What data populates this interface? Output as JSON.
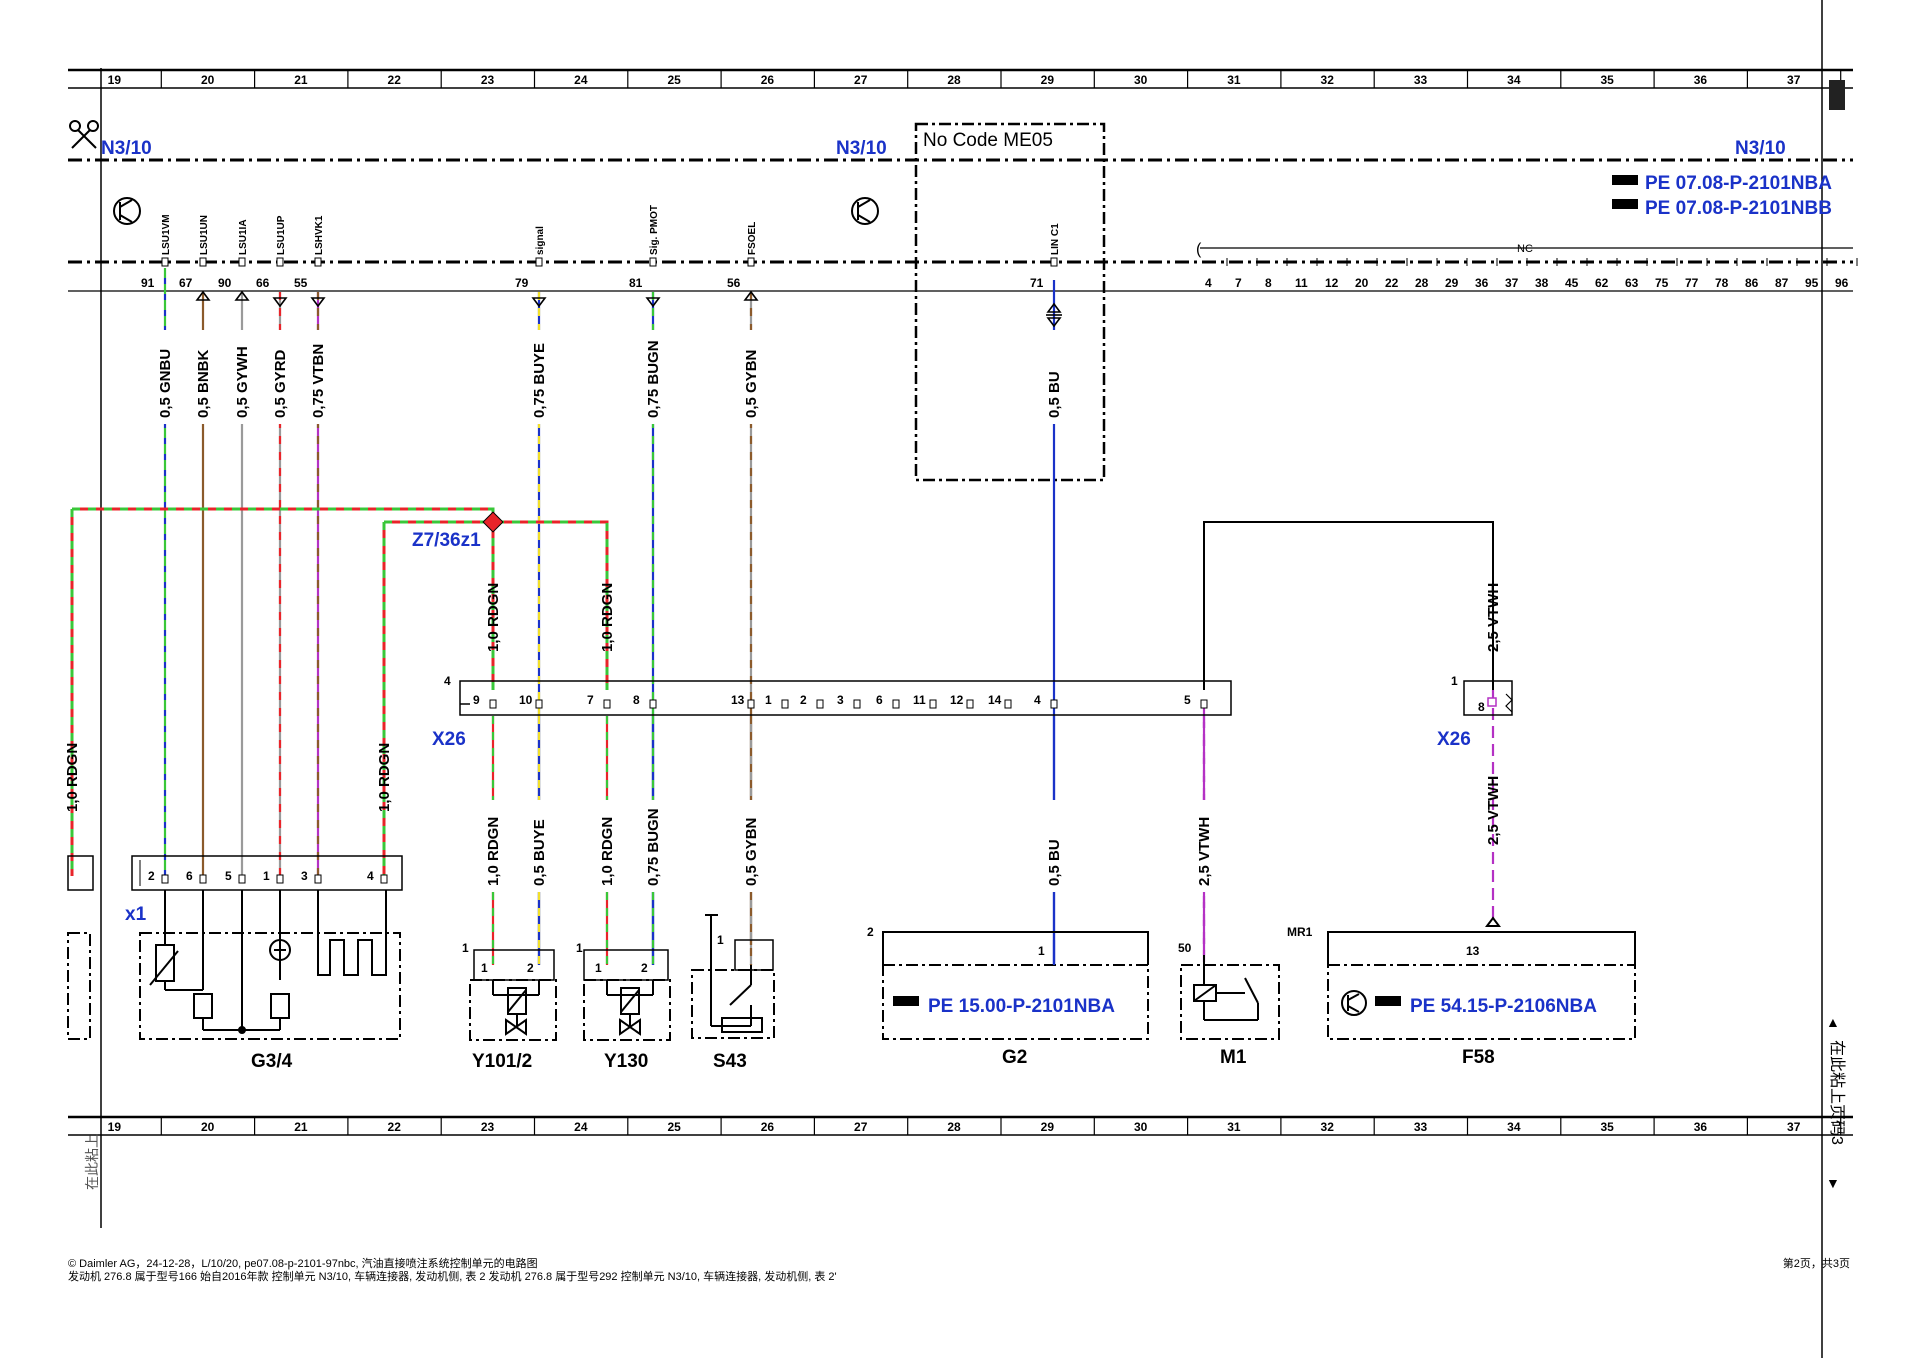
{
  "grid_top": [
    "19",
    "20",
    "21",
    "22",
    "23",
    "24",
    "25",
    "26",
    "27",
    "28",
    "29",
    "30",
    "31",
    "32",
    "33",
    "34",
    "35",
    "36",
    "37"
  ],
  "grid_bottom": [
    "19",
    "20",
    "21",
    "22",
    "23",
    "24",
    "25",
    "26",
    "27",
    "28",
    "29",
    "30",
    "31",
    "32",
    "33",
    "34",
    "35",
    "36",
    "37"
  ],
  "control_unit": {
    "name": "N3/10",
    "name_mid": "N3/10",
    "name_right": "N3/10"
  },
  "refs_top": [
    "PE 07.08-P-2101NBA",
    "PE 07.08-P-2101NBB"
  ],
  "no_code_box": "No  Code ME05",
  "signals": [
    {
      "name": "LSU1VM",
      "pin": "91"
    },
    {
      "name": "LSU1UN",
      "pin": "67"
    },
    {
      "name": "LSU1IA",
      "pin": "90"
    },
    {
      "name": "LSU1UP",
      "pin": "66"
    },
    {
      "name": "LSHVK1",
      "pin": "55"
    },
    {
      "name": "signal",
      "pin": "79"
    },
    {
      "name": "Sig. PMOT",
      "pin": "81"
    },
    {
      "name": "FSOEL",
      "pin": "56"
    },
    {
      "name": "LIN C1",
      "pin": "71"
    }
  ],
  "nc_label": "NC",
  "nc_pins": [
    "4",
    "7",
    "8",
    "11",
    "12",
    "20",
    "22",
    "28",
    "29",
    "36",
    "37",
    "38",
    "45",
    "62",
    "63",
    "75",
    "77",
    "78",
    "86",
    "87",
    "95",
    "96"
  ],
  "wires_upper": [
    "0,5 GNBU",
    "0,5 BNBK",
    "0,5 GYWH",
    "0,5 GYRD",
    "0,75 VTBN",
    "0,75 BUYE",
    "0,75 BUGN",
    "0,5 GYBN",
    "0,5 BU"
  ],
  "splice": "Z7/36z1",
  "wires_mid": [
    "1,0 RDGN",
    "1,0 RDGN",
    "1,0 RDGN",
    "1,0 RDGN",
    "2,5 VTWH",
    "2,5 VTWH"
  ],
  "connector_main": {
    "name": "X26",
    "num": "4",
    "pins": [
      "9",
      "10",
      "7",
      "8",
      "13",
      "1",
      "2",
      "3",
      "6",
      "11",
      "12",
      "14",
      "4",
      "5"
    ]
  },
  "connector_right": {
    "name": "X26",
    "num": "1",
    "pin": "8"
  },
  "wires_lower": [
    "1,0 RDGN",
    "0,5 BUYE",
    "1,0 RDGN",
    "0,75 BUGN",
    "0,5 GYBN",
    "0,5 BU",
    "2,5 VTWH",
    "2,5 VTWH"
  ],
  "x1": {
    "name": "x1",
    "pins": [
      "2",
      "6",
      "5",
      "1",
      "3",
      "4"
    ]
  },
  "components": {
    "g34": "G3/4",
    "y1012": "Y101/2",
    "y130": "Y130",
    "s43": "S43",
    "g2": "G2",
    "m1": "M1",
    "f58": "F58"
  },
  "comp_pins": {
    "y1012_num": "1",
    "y1012_p1": "1",
    "y1012_p2": "2",
    "y130_num": "1",
    "y130_p1": "1",
    "y130_p2": "2",
    "s43_num": "1",
    "g2_num": "2",
    "g2_p": "1",
    "m1_num": "50",
    "f58_num": "MR1",
    "f58_p": "13"
  },
  "ref_g2": "PE 15.00-P-2101NBA",
  "ref_f58": "PE 54.15-P-2106NBA",
  "side_text_right": "在此粘上页码3",
  "side_text_left": "在此粘上",
  "footer": {
    "line1": "© Daimler AG，24-12-28，L/10/20, pe07.08-p-2101-97nbc, 汽油直接喷注系统控制单元的电路图",
    "line2": "发动机 276.8 属于型号166 始自2016年款 控制单元 N3/10, 车辆连接器, 发动机侧, 表 2 发动机 276.8 属于型号292 控制单元 N3/10, 车辆连接器, 发动机侧, 表 2'",
    "page": "第2页，共3页"
  }
}
